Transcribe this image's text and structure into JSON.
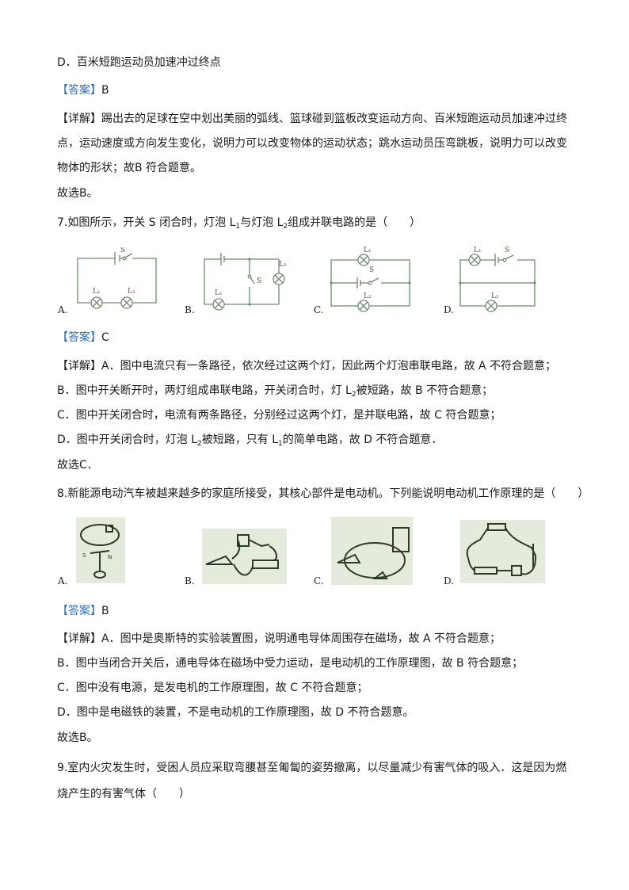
{
  "q6_tail": {
    "option_d": "D．百米短跑运动员加速冲过终点",
    "answer_label": "【答案】",
    "answer_value": "B",
    "detail_lines": [
      "【详解】踢出去的足球在空中划出美丽的弧线、篮球碰到篮板改变运动方向、百米短跑运动员加速冲过终",
      "点，运动速度或方向发生变化，说明力可以改变物体的运动状态；跳水运动员压弯跳板，说明力可以改变",
      "物体的形状；故B 符合题意。"
    ],
    "conclusion": "故选B。"
  },
  "q7": {
    "stem_prefix": "7.如图所示，开关 S 闭合时，灯泡 L",
    "stem_sub1": "1",
    "stem_mid": "与灯泡 L",
    "stem_sub2": "2",
    "stem_suffix": "组成并联电路的是（　　）",
    "options": [
      "A.",
      "B.",
      "C.",
      "D."
    ],
    "diagram_labels": {
      "switch": "S",
      "lamp1": "L1",
      "lamp2": "L2"
    },
    "answer_label": "【答案】",
    "answer_value": "C",
    "detail": {
      "a": "【详解】A．图中电流只有一条路径，依次经过这两个灯，因此两个灯泡串联电路，故 A 不符合题意；",
      "b_prefix": "B．图中开关断开时，两灯组成串联电路，开关闭合时，灯 L",
      "b_sub": "2",
      "b_suffix": "被短路，故 B 不符合题意；",
      "c": "C．图中开关闭合时，电流有两条路径，分别经过这两个灯，是并联电路，故 C 符合题意；",
      "d_prefix": "D．图中开关闭合时，灯泡 L",
      "d_sub": "2",
      "d_mid": "被短路，只有 L",
      "d_sub2": "1",
      "d_suffix": "的简单电路，故 D 不符合题意．"
    },
    "conclusion": "故选C．"
  },
  "q8": {
    "stem": "8.新能源电动汽车被越来越多的家庭所接受，其核心部件是电动机。下列能说明电动机工作原理的是（　　）",
    "options": [
      "A.",
      "B.",
      "C.",
      "D."
    ],
    "answer_label": "【答案】",
    "answer_value": "B",
    "detail_lines": [
      "【详解】A．图中是奥斯特的实验装置图，说明通电导体周围存在磁场，故 A 不符合题意；",
      "B．图中当闭合开关后，通电导体在磁场中受力运动，是电动机的工作原理图，故 B 符合题意；",
      "C．图中没有电源，是发电机的工作原理图，故 C 不符合题意；",
      "D．图中是电磁铁的装置，不是电动机的工作原理图，故 D 不符合题意。"
    ],
    "conclusion": "故选B。"
  },
  "q9": {
    "stem_lines": [
      "9.室内火灾发生时，受困人员应采取弯腰甚至匍匐的姿势撤离，以尽量减少有害气体的吸入．这是因为燃",
      "烧产生的有害气体（　　）"
    ]
  },
  "colors": {
    "answer_label": "#2f6eb5",
    "circuit_line": "#6f8a6f",
    "photo_bg": "#e4ebdc"
  }
}
